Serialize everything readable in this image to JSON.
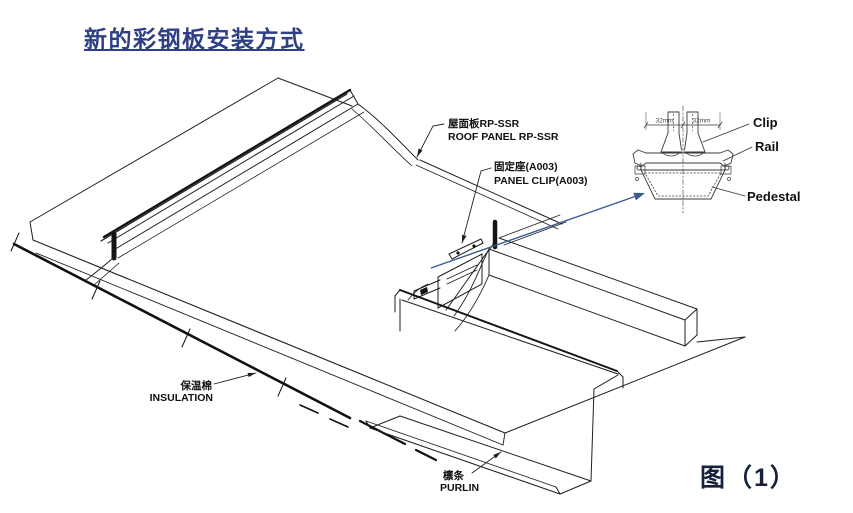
{
  "page": {
    "title": "新的彩钢板安装方式",
    "figure_caption": "图（1）",
    "colors": {
      "title": "#2e3f85",
      "caption": "#16203c",
      "line": "#1f1f1f",
      "arrow": "#3b5b92"
    }
  },
  "diagram_labels": {
    "roof_panel": {
      "cn": "屋面板RP-SSR",
      "en": "ROOF PANEL RP-SSR"
    },
    "panel_clip": {
      "cn": "固定座(A003)",
      "en": "PANEL CLIP(A003)"
    },
    "insulation": {
      "cn": "保温棉",
      "en": "INSULATION"
    },
    "purlin": {
      "cn": "檩条",
      "en": "PURLIN"
    }
  },
  "detail_view": {
    "labels": {
      "clip": "Clip",
      "rail": "Rail",
      "pedestal": "Pedestal"
    },
    "dimensions": {
      "left": "32mm",
      "right": "32mm"
    }
  }
}
